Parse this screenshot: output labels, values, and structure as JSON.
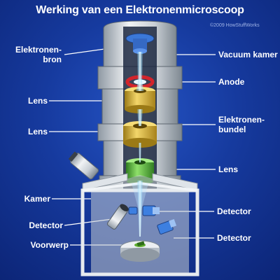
{
  "title": "Werking van een Elektronenmicroscoop",
  "credit": "©2009 HowStuffWorks",
  "colors": {
    "background": "#163a9e",
    "column": "#d9dee3",
    "lens_gold": "#d8b13a",
    "lens_green": "#55b83a",
    "beam": "#cfefff",
    "label_text": "#ffffff",
    "anode_red": "#d3242b"
  },
  "labels": {
    "elektronenbron": "Elektronen-\nbron",
    "lens_1": "Lens",
    "lens_2": "Lens",
    "kamer": "Kamer",
    "detector_left": "Detector",
    "voorwerp": "Voorwerp",
    "vacuum_kamer": "Vacuum kamer",
    "anode": "Anode",
    "elektronenbundel": "Elektronen-\nbundel",
    "lens_3": "Lens",
    "detector_right_1": "Detector",
    "detector_right_2": "Detector"
  }
}
